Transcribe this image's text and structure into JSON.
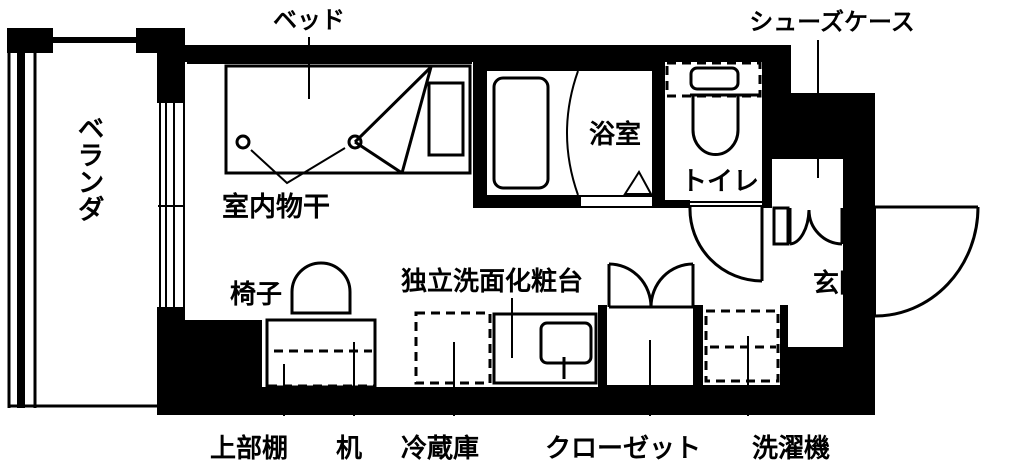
{
  "plan": {
    "labels": {
      "bed": "ベッド",
      "indoor_drying": "室内物干",
      "balcony": "ベランダ",
      "chair": "椅子",
      "vanity": "独立洗面化粧台",
      "bathroom": "浴室",
      "toilet": "トイレ",
      "shoe_case": "シューズケース",
      "entrance": "玄関",
      "upper_shelf": "上部棚",
      "desk": "机",
      "fridge": "冷蔵庫",
      "closet": "クローゼット",
      "washer": "洗濯機"
    },
    "colors": {
      "wall": "#000000",
      "floor": "#ffffff"
    }
  }
}
